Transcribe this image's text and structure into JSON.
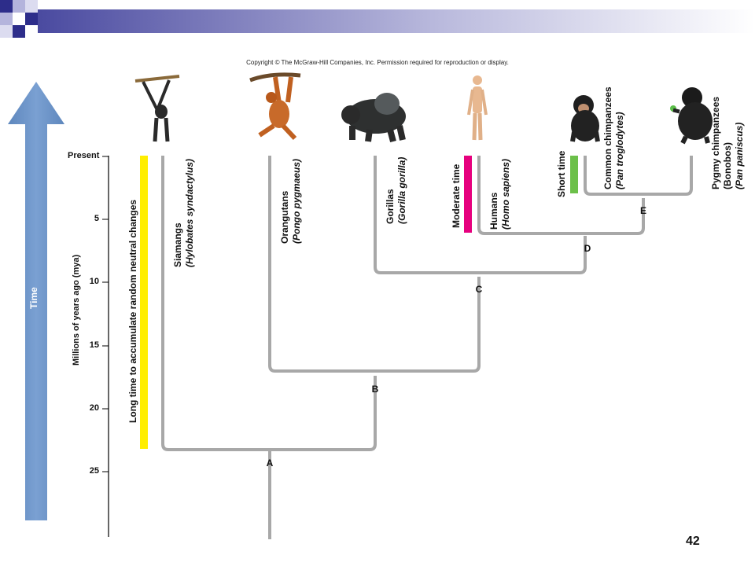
{
  "copyright": "Copyright © The McGraw-Hill Companies, Inc. Permission required for reproduction or display.",
  "time_label": "Time",
  "axis_label": "Millions of years ago (mya)",
  "axis_ticks": [
    {
      "label": "Present",
      "mya": 0
    },
    {
      "label": "5",
      "mya": 5
    },
    {
      "label": "10",
      "mya": 10
    },
    {
      "label": "15",
      "mya": 15
    },
    {
      "label": "20",
      "mya": 20
    },
    {
      "label": "25",
      "mya": 25
    }
  ],
  "bars": {
    "long": {
      "label": "Long time to accumulate random neutral changes",
      "color": "#ffee00"
    },
    "moderate": {
      "label": "Moderate time",
      "color": "#e6007e"
    },
    "short": {
      "label": "Short time",
      "color": "#6cc04a"
    }
  },
  "taxa": [
    {
      "common": "Siamangs",
      "scientific": "(Hylobates syndactylus)",
      "image": "siamang-icon"
    },
    {
      "common": "Orangutans",
      "scientific": "(Pongo pygmaeus)",
      "image": "orangutan-icon"
    },
    {
      "common": "Gorillas",
      "scientific": "(Gorilla gorilla)",
      "image": "gorilla-icon"
    },
    {
      "common": "Humans",
      "scientific": "(Homo sapiens)",
      "image": "human-icon"
    },
    {
      "common": "Common chimpanzees",
      "scientific": "(Pan troglodytes)",
      "image": "chimpanzee-icon"
    },
    {
      "common": "Pygmy chimpanzees",
      "common2": "(Bonobos)",
      "scientific": "(Pan paniscus)",
      "image": "bonobo-icon"
    }
  ],
  "nodes": [
    "A",
    "B",
    "C",
    "D",
    "E"
  ],
  "page_number": "42",
  "colors": {
    "arrow": "#6f97c8",
    "tree": "#a8a8a8"
  }
}
